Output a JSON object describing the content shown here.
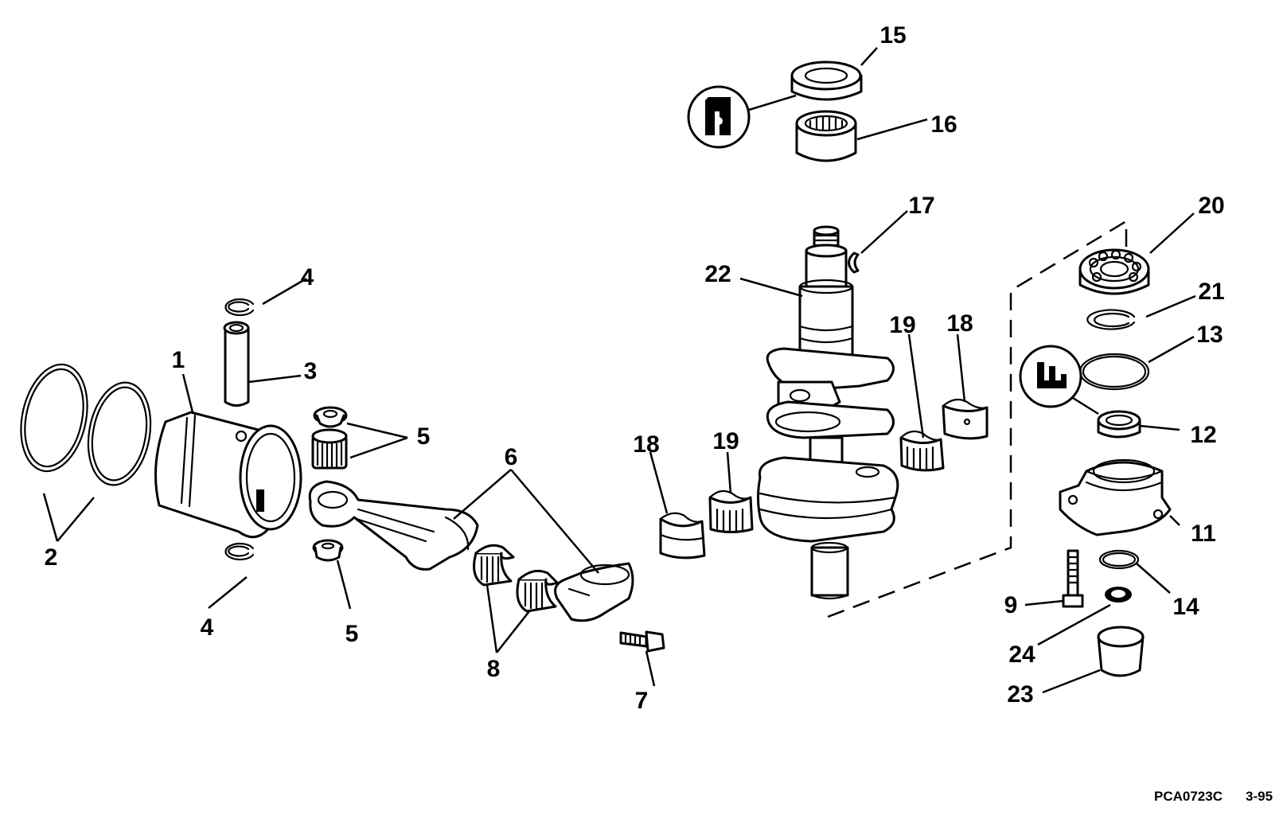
{
  "callouts": {
    "c1": "1",
    "c2": "2",
    "c3": "3",
    "c4a": "4",
    "c4b": "4",
    "c5a": "5",
    "c5b": "5",
    "c6": "6",
    "c7": "7",
    "c8": "8",
    "c9": "9",
    "c11": "11",
    "c12": "12",
    "c13": "13",
    "c14": "14",
    "c15": "15",
    "c16": "16",
    "c17": "17",
    "c18a": "18",
    "c18b": "18",
    "c19a": "19",
    "c19b": "19",
    "c20": "20",
    "c21": "21",
    "c22": "22",
    "c23": "23",
    "c24": "24"
  },
  "footer": {
    "drawing_code": "PCA0723C",
    "revision": "3-95"
  },
  "icons": {
    "lubricant_symbol_top": "grease-seal-icon",
    "lubricant_symbol_right": "sealant-icon"
  }
}
